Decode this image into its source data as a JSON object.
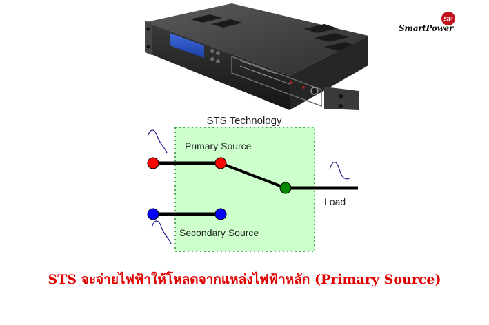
{
  "brand": {
    "logo_text": "SmartPower",
    "logo_mark": "SP",
    "accent_color": "#c0101a"
  },
  "diagram": {
    "title": "STS Technology",
    "primary_label": "Primary Source",
    "secondary_label": "Secondary Source",
    "load_label": "Load",
    "box_fill": "#ccffcc",
    "box_border": "#2f8f2f",
    "primary_color": "#ff0000",
    "secondary_color": "#0000ff",
    "load_color": "#008800",
    "wave_color": "#1a1a8c"
  },
  "caption": "STS จะจ่ายไฟฟ้าให้โหลดจากแหล่งไฟฟ้าหลัก (Primary Source)"
}
